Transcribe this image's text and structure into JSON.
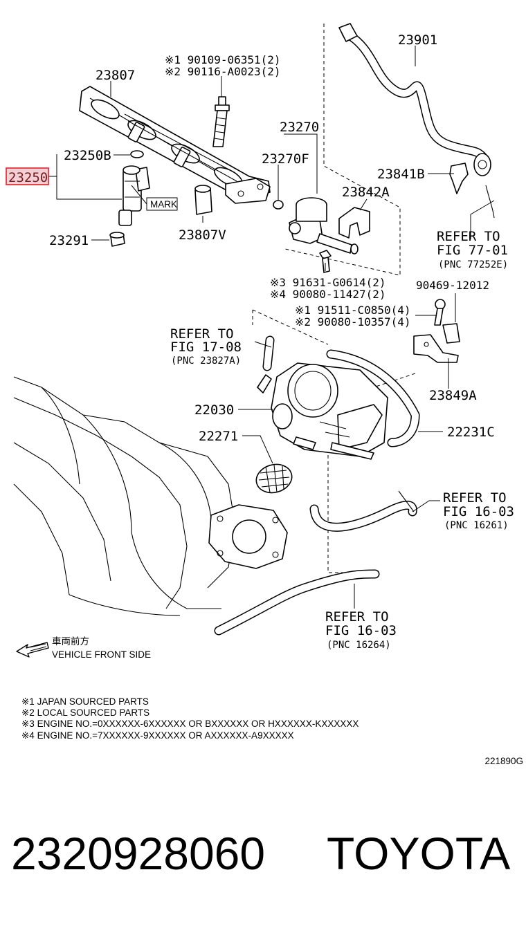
{
  "labels": {
    "p23807": "23807",
    "p23250B": "23250B",
    "p23250": "23250",
    "mark": "MARK",
    "p23291": "23291",
    "p23807V": "23807V",
    "p23270": "23270",
    "p23270F": "23270F",
    "p23842A": "23842A",
    "p23901": "23901",
    "p23841B": "23841B",
    "p90469": "90469-12012",
    "p23849A": "23849A",
    "p22030": "22030",
    "p22271": "22271",
    "p22231C": "22231C"
  },
  "bolts": {
    "b1": "※1 90109-06351(2)",
    "b2": "※2 90116-A0023(2)",
    "b3": "※3 91631-G0614(2)",
    "b4": "※4 90080-11427(2)",
    "b5": "※1 91511-C0850(4)",
    "b6": "※2 90080-10357(4)"
  },
  "refs": {
    "r77_1": "REFER TO",
    "r77_2": "FIG 77-01",
    "r77_3": "(PNC 77252E)",
    "r17_1": "REFER TO",
    "r17_2": "FIG 17-08",
    "r17_3": "(PNC 23827A)",
    "r16a_1": "REFER TO",
    "r16a_2": "FIG 16-03",
    "r16a_3": "(PNC 16261)",
    "r16b_1": "REFER TO",
    "r16b_2": "FIG 16-03",
    "r16b_3": "(PNC 16264)"
  },
  "direction": {
    "jp": "車両前方",
    "en": "VEHICLE FRONT SIDE",
    "icon": "arrow-left-icon"
  },
  "notes": [
    "※1 JAPAN SOURCED PARTS",
    "※2 LOCAL SOURCED PARTS",
    "※3 ENGINE NO.=0XXXXXX-6XXXXXX OR BXXXXXX OR HXXXXXX-KXXXXXX",
    "※4 ENGINE NO.=7XXXXXX-9XXXXXX OR AXXXXXX-A9XXXXX"
  ],
  "figure_code": "221890G",
  "part_number": "2320928060",
  "brand": "TOYOTA",
  "colors": {
    "highlight": "#e0202a",
    "highlight_fill": "#f3d0d4"
  }
}
